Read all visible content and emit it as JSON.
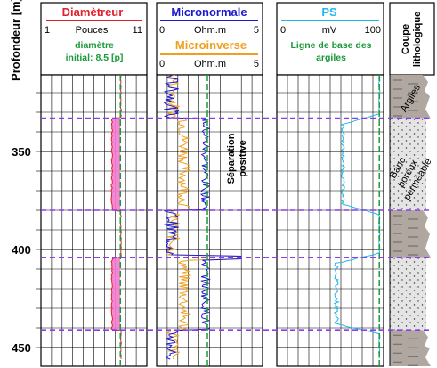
{
  "depth_header": "Profondeur [m]",
  "depth_ticks": [
    {
      "label": "350",
      "depth": 350
    },
    {
      "label": "400",
      "depth": 400
    },
    {
      "label": "450",
      "depth": 450
    }
  ],
  "depth_range": [
    311,
    456
  ],
  "tracks": {
    "caliper": {
      "title": "Diamètreur",
      "title_color": "#e0202a",
      "scale_min": "1",
      "scale_unit": "Pouces",
      "scale_max": "11",
      "note": "diamètre initial: 8.5 [p]",
      "note_color": "#1a9a3a",
      "bit_size": 8.5,
      "fill_color": "#f47bd0"
    },
    "micro": {
      "title_normal": "Micronormale",
      "normal_color": "#1a1ad0",
      "normal_min": "0",
      "normal_unit": "Ohm.m",
      "normal_max": "5",
      "title_inverse": "Microinverse",
      "inverse_color": "#f0a020",
      "inverse_min": "0",
      "inverse_unit": "Ohm.m",
      "inverse_max": "5",
      "annotation": "Séparation positive"
    },
    "sp": {
      "title": "PS",
      "title_color": "#20b8e8",
      "scale_min": "0",
      "scale_unit": "mV",
      "scale_max": "100",
      "note": "Ligne de base des argiles",
      "note_color": "#1a9a3a"
    },
    "lithology": {
      "title": "Coupe lithologique",
      "label_shale": "Argiles",
      "label_sand": "Banc poreux perméable",
      "shale_color": "#b0a8a0",
      "sand_color": "#e4e4e4"
    }
  },
  "bed_boundaries_depth": [
    333,
    380,
    404,
    441
  ],
  "boundary_color": "#8a3cf0",
  "baseline_color": "#1a9a3a"
}
